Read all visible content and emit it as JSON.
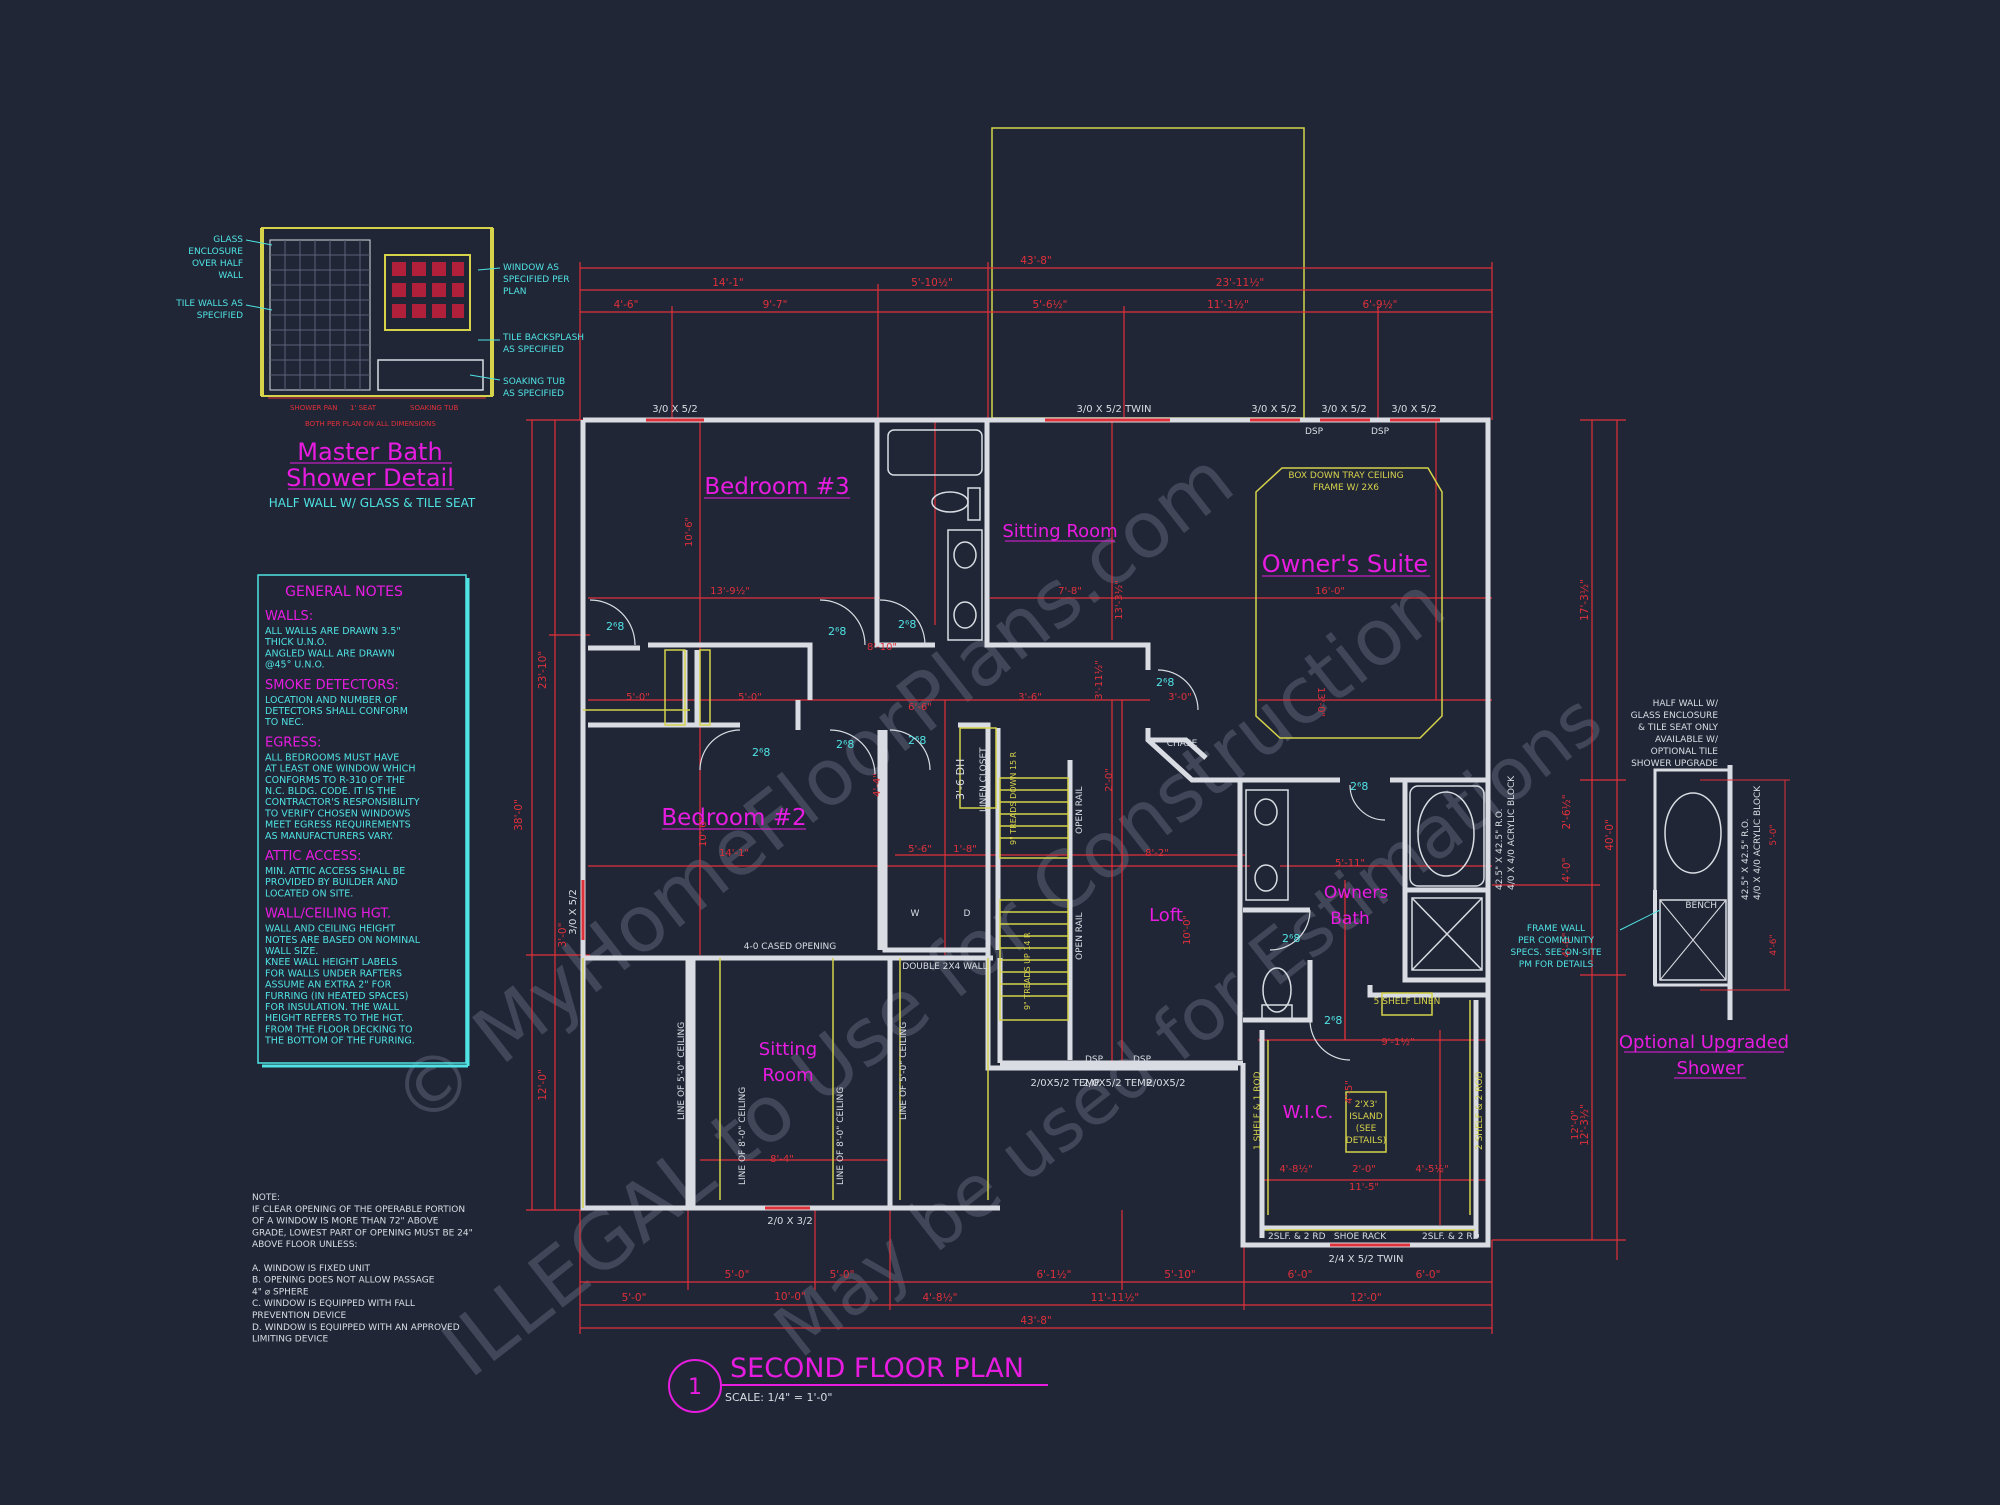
{
  "colors": {
    "background": "#212637",
    "wall": "#d9dde3",
    "dimension": "#e0303a",
    "label": "#e81ce0",
    "note": "#4fe3e3",
    "fixture": "#d6d24a"
  },
  "watermark": {
    "line1": "© MyHomeFloorPlans.com",
    "line2": "ILLEGAL to Use for Construction",
    "line3": "May be used for Estimations"
  },
  "detail": {
    "title1": "Master Bath",
    "title2": "Shower Detail",
    "subtitle": "HALF WALL W/ GLASS & TILE SEAT",
    "labels": {
      "glass": [
        "GLASS",
        "ENCLOSURE",
        "OVER HALF",
        "WALL"
      ],
      "tile": [
        "TILE WALLS AS",
        "SPECIFIED"
      ],
      "window": [
        "WINDOW AS",
        "SPECIFIED PER",
        "PLAN"
      ],
      "backsplash": [
        "TILE BACKSPLASH",
        "AS SPECIFIED"
      ],
      "tub": [
        "SOAKING TUB",
        "AS SPECIFIED"
      ],
      "bottom_dims": [
        "SHOWER PAN",
        "1' SEAT",
        "SOAKING TUB"
      ],
      "bottom_note": "BOTH PER PLAN ON ALL DIMENSIONS"
    }
  },
  "general_notes": {
    "title": "GENERAL NOTES",
    "sections": [
      {
        "heading": "WALLS:",
        "lines": [
          "ALL WALLS ARE DRAWN 3.5\"",
          "THICK U.N.O.",
          "ANGLED WALL ARE DRAWN",
          "@45° U.N.O."
        ]
      },
      {
        "heading": "SMOKE DETECTORS:",
        "lines": [
          "LOCATION AND NUMBER OF",
          "DETECTORS SHALL CONFORM",
          "TO NEC."
        ]
      },
      {
        "heading": "EGRESS:",
        "lines": [
          "ALL BEDROOMS MUST HAVE",
          "AT LEAST ONE WINDOW WHICH",
          "CONFORMS TO R-310 OF THE",
          "N.C. BLDG. CODE. IT IS THE",
          "CONTRACTOR'S RESPONSIBILITY",
          "TO VERIFY CHOSEN WINDOWS",
          "MEET EGRESS REQUIREMENTS",
          "AS MANUFACTURERS VARY."
        ]
      },
      {
        "heading": "ATTIC ACCESS:",
        "lines": [
          "MIN. ATTIC ACCESS SHALL BE",
          "PROVIDED BY BUILDER AND",
          "LOCATED ON SITE."
        ]
      },
      {
        "heading": "WALL/CEILING HGT.",
        "lines": [
          "WALL AND CEILING HEIGHT",
          "NOTES ARE BASED ON NOMINAL",
          "WALL SIZE.",
          "KNEE WALL HEIGHT LABELS",
          "FOR WALLS UNDER RAFTERS",
          "ASSUME AN EXTRA 2\" FOR",
          "FURRING (IN HEATED SPACES)",
          "FOR INSULATION. THE WALL",
          "HEIGHT REFERS TO THE HGT.",
          "FROM THE FLOOR DECKING TO",
          "THE BOTTOM OF THE FURRING."
        ]
      }
    ]
  },
  "bottom_note": {
    "lines": [
      "NOTE:",
      "IF CLEAR OPENING OF THE OPERABLE PORTION",
      "OF A WINDOW IS MORE THAN 72\" ABOVE",
      "GRADE, LOWEST PART OF OPENING MUST BE 24\"",
      "ABOVE FLOOR UNLESS:",
      "",
      "A.  WINDOW IS FIXED UNIT",
      "B.  OPENING DOES NOT ALLOW PASSAGE",
      "     4\" ⌀ SPHERE",
      "C.  WINDOW IS EQUIPPED WITH FALL",
      "     PREVENTION DEVICE",
      "D.  WINDOW IS EQUIPPED WITH AN APPROVED",
      "     LIMITING DEVICE"
    ]
  },
  "rooms": {
    "bedroom3": "Bedroom #3",
    "bedroom2": "Bedroom #2",
    "sitting_room_top": "Sitting Room",
    "owners_suite": "Owner's Suite",
    "sitting_room_bottom_1": "Sitting",
    "sitting_room_bottom_2": "Room",
    "loft": "Loft",
    "owners_bath_1": "Owners",
    "owners_bath_2": "Bath",
    "wic": "W.I.C."
  },
  "optional": {
    "line1": "Optional Upgraded",
    "line2": "Shower",
    "note": [
      "HALF WALL W/",
      "GLASS ENCLOSURE",
      "& TILE SEAT ONLY",
      "AVAILABLE W/",
      "OPTIONAL TILE",
      "SHOWER UPGRADE"
    ],
    "bench": "BENCH",
    "tub_label": [
      "42.5\" X 42.5\" R.O.",
      "4/0 X 4/0 ACRYLIC BLOCK"
    ],
    "tub_dims": [
      "5'-0\"",
      "4'-6\""
    ]
  },
  "frame_note": [
    "FRAME WALL",
    "PER COMMUNITY",
    "SPECS. SEE ON-SITE",
    "PM FOR DETAILS"
  ],
  "title_block": {
    "number": "1",
    "title": "SECOND FLOOR PLAN",
    "scale": "SCALE: 1/4\" = 1'-0\""
  },
  "dims": {
    "top_overall": "43'-8\"",
    "top_row2": [
      "14'-1\"",
      "5'-10½\"",
      "23'-11½\""
    ],
    "top_row3": [
      "4'-6\"",
      "9'-7\"",
      "5'-6½\"",
      "11'-1½\"",
      "6'-9½\""
    ],
    "bottom_overall": "43'-8\"",
    "bottom_row2": [
      "5'-0\"",
      "4'-8½\"",
      "11'-11½\"",
      "12'-0\""
    ],
    "bottom_row3": [
      "5'-0\"",
      "10'-0\"",
      "5'-0\"",
      "6'-1½\"",
      "5'-10\"",
      "6'-0\"",
      "6'-0\""
    ],
    "left": [
      "23'-10\"",
      "38'-0\"",
      "12'-0\"",
      "3'-0\""
    ],
    "right": [
      "17'-3½\"",
      "40'-0\"",
      "2'-6½\"",
      "4'-0\"",
      "4'-0\"",
      "12'-3½\""
    ],
    "interior": [
      "13'-9½\"",
      "7'-8\"",
      "16'-0\"",
      "13'-0\"",
      "14'-1\"",
      "5'-0\"",
      "5'-0\"",
      "3'-6\"",
      "8'-2\"",
      "5'-11\"",
      "4'-8½\"",
      "4'-5½\"",
      "2'-0\"",
      "11'-5\"",
      "9'-1½\"",
      "8'-4\"",
      "10'-6\"",
      "10'-6\"",
      "10'-0\"",
      "13'-3½\"",
      "12'-0\"",
      "1'-8\"",
      "5'-6\"",
      "6'-6\"",
      "4'-4\"",
      "3'-11½\"",
      "2'-0\"",
      "8'-10\"",
      "3'-0\"",
      "4'-5\""
    ]
  },
  "windows": [
    "3/0 X 5/2",
    "3/0 X 5/2 TWIN",
    "3/0 X 5/2",
    "3/0 X 5/2",
    "3/0 X 5/2",
    "3/0 X 5/2",
    "2/0 X 3/2",
    "2/4 X 5/2 TWIN",
    "2/0X5/2 TEMP.",
    "2/0X5/2 TEMP.",
    "2/0X5/2"
  ],
  "notes_plan": {
    "tray": [
      "BOX DOWN TRAY CEILING",
      "FRAME W/ 2X6"
    ],
    "chase": "CHASE",
    "linen": "LINEN CLOSET",
    "dh": "3'-6 DH",
    "cased": "4-0 CASED OPENING",
    "double": "DOUBLE 2X4 WALL",
    "open_rail": "OPEN RAIL",
    "treads_down": "9\" TREADS DOWN 15 R",
    "treads_up": "9\" TREADS UP 14 R",
    "ceiling_a": "LINE OF 5'-0\" CEILING",
    "ceiling_b": "LINE OF 8'-0\" CEILING",
    "shelf_1": "1 SHELF & 1 ROD",
    "shelf_2": "2 SHELF & 2 ROD",
    "shelf_3": "2SLF. & 2 RD",
    "shoe": "SHOE RACK",
    "linen_shelf": "5 SHELF LINEN",
    "island": [
      "2'X3'",
      "ISLAND",
      "(SEE",
      "DETAILS)"
    ],
    "tub": [
      "42.5\" X 42.5\" R.O.",
      "4/0 X 4/0 ACRYLIC BLOCK"
    ],
    "dsp": "DSP",
    "w": "W",
    "d": "D",
    "door": "2⁶8"
  }
}
